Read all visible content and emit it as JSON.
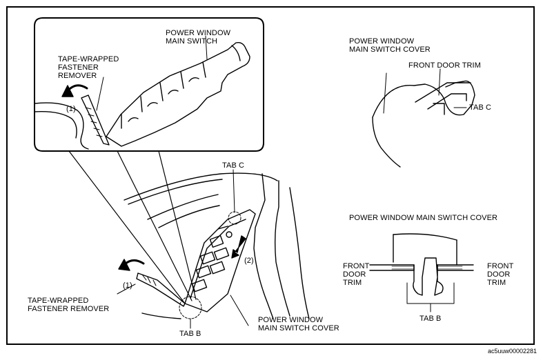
{
  "labels": {
    "inset_switch": "POWER WINDOW\nMAIN SWITCH",
    "inset_remover": "TAPE-WRAPPED\nFASTENER\nREMOVER",
    "inset_step1": "(1)",
    "main_tab_c": "TAB C",
    "main_step2": "(2)",
    "main_step1": "(1)",
    "main_remover": "TAPE-WRAPPED\nFASTENER REMOVER",
    "main_tab_b": "TAB B",
    "main_cover": "POWER WINDOW\nMAIN SWITCH COVER",
    "tr_cover": "POWER WINDOW\nMAIN SWITCH COVER",
    "tr_trim": "FRONT DOOR TRIM",
    "tr_tab_c": "TAB C",
    "br_cover": "POWER WINDOW MAIN SWITCH COVER",
    "br_trim_left": "FRONT\nDOOR\nTRIM",
    "br_trim_right": "FRONT\nDOOR\nTRIM",
    "br_tab_b": "TAB B",
    "figure_id": "ac5uuw00002281"
  }
}
